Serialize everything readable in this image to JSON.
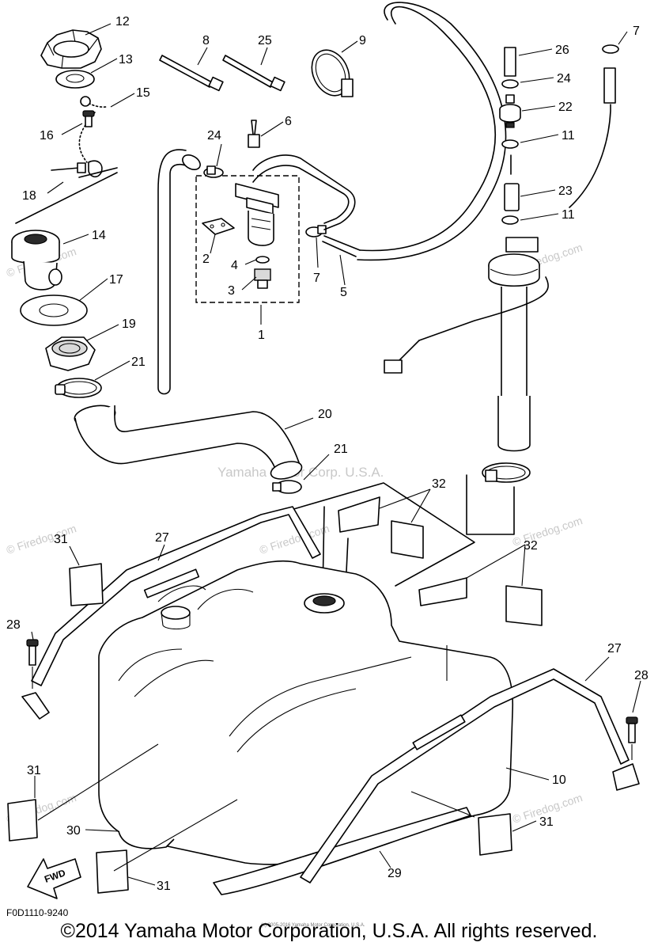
{
  "diagram": {
    "callouts": [
      "1",
      "2",
      "3",
      "4",
      "5",
      "6",
      "7",
      "7",
      "8",
      "9",
      "10",
      "11",
      "11",
      "12",
      "13",
      "14",
      "15",
      "16",
      "17",
      "18",
      "19",
      "20",
      "21",
      "21",
      "22",
      "23",
      "24",
      "24",
      "25",
      "26",
      "27",
      "27",
      "28",
      "28",
      "29",
      "30",
      "31",
      "31",
      "31",
      "31",
      "32",
      "32"
    ],
    "fwd_label": "FWD",
    "watermarks": {
      "yamaha": "Yamaha Motor Corp. U.S.A.",
      "firedog": "© Firedog.com"
    }
  },
  "footer": {
    "drawing_code": "F0D1110-9240",
    "copyright": "©2014 Yamaha Motor Corporation, U.S.A. All rights reserved.",
    "small_credit": "(c) 2005-2016 Yamaha Motor Corporation, U.S.A."
  }
}
